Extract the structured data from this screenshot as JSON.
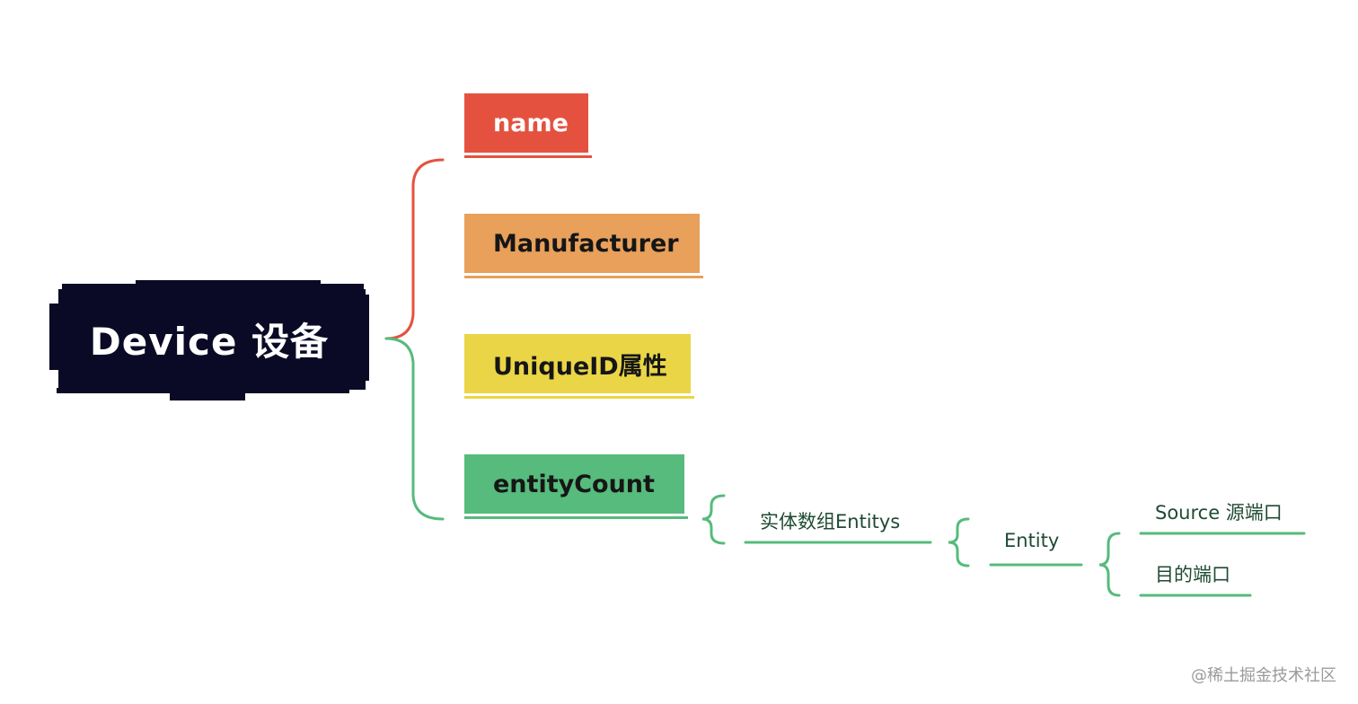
{
  "colors": {
    "root_bg": "#0b0a26",
    "name_bg": "#e4523f",
    "manufacturer_bg": "#e8a05a",
    "uniqueid_bg": "#ead546",
    "entitycount_bg": "#56bb7c",
    "bracket_red": "#e4523f",
    "bracket_green": "#56bb7c"
  },
  "root": {
    "label": "Device 设备"
  },
  "children": [
    {
      "label": "name"
    },
    {
      "label": "Manufacturer"
    },
    {
      "label": "UniqueID属性"
    },
    {
      "label": "entityCount"
    }
  ],
  "entity_array": {
    "label": "实体数组Entitys"
  },
  "entity": {
    "label": "Entity"
  },
  "ports": {
    "source": "Source 源端口",
    "target": "目的端口"
  },
  "watermark": "@稀土掘金技术社区"
}
